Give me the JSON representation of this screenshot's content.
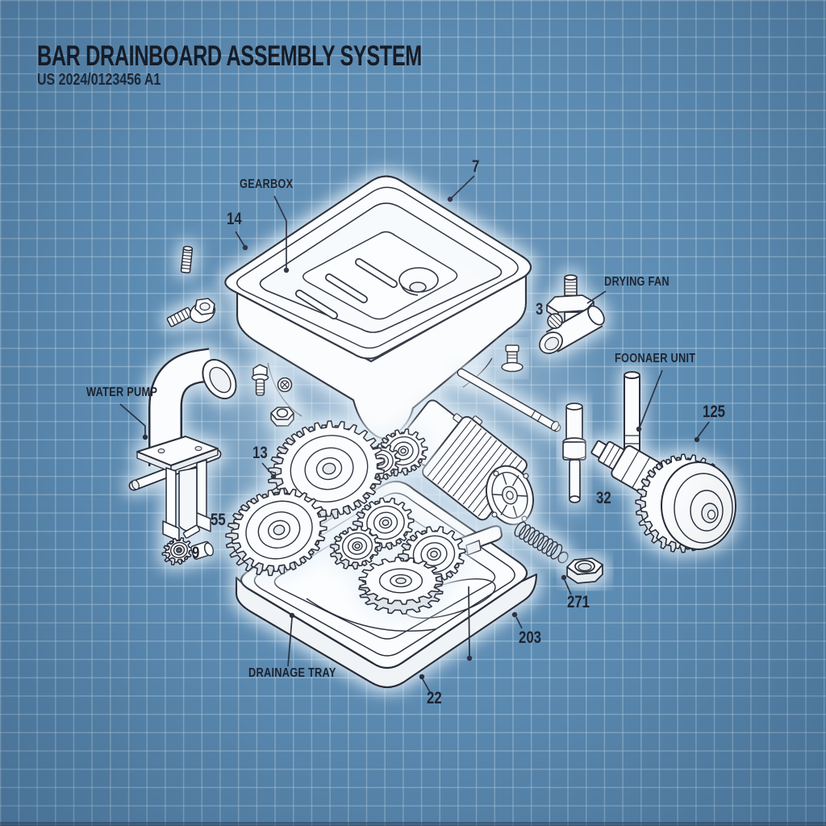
{
  "header": {
    "title": "BAR DRAINBOARD ASSEMBLY SYSTEM",
    "patent_number": "US 2024/0123456 A1"
  },
  "part_labels": {
    "gearbox": "GEARBOX",
    "drying_fan": "DRYING FAN",
    "foonaer_unit": "FOONAER UNIT",
    "water_pump": "WATER PUMP",
    "drainage_tray": "DRAINAGE TRAY"
  },
  "reference_numbers": {
    "n7": "7",
    "n14": "14",
    "n3": "3",
    "n13": "13",
    "n55": "55",
    "n9": "9",
    "n32": "32",
    "n125": "125",
    "n271": "271",
    "n203": "203",
    "n22": "22"
  },
  "colors": {
    "background": "#5d8cb3",
    "grid_line": "#9dbfd8",
    "ink": "#262c38",
    "part_fill": "#fbfcfd",
    "halo": "#e9f3fa",
    "title_ink": "#171c26"
  }
}
